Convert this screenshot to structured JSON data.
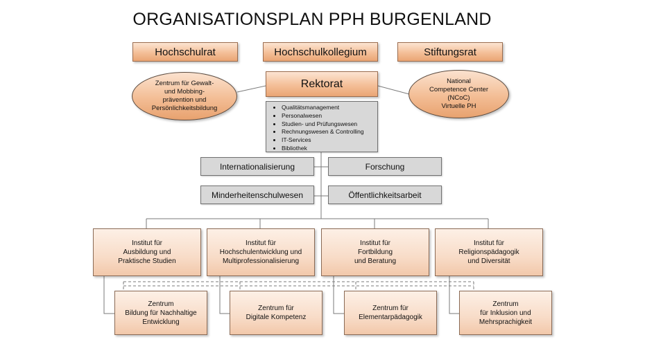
{
  "title": "ORGANISATIONSPLAN PPH BURGENLAND",
  "top_boxes": [
    "Hochschulrat",
    "Hochschulkollegium",
    "Stiftungsrat"
  ],
  "rektorat": {
    "label": "Rektorat",
    "services": [
      "Qualitätsmanagement",
      "Personalwesen",
      "Studien- und Prüfungswesen",
      "Rechnungswesen & Controlling",
      "IT-Services",
      "Bibliothek"
    ]
  },
  "left_center": [
    "Zentrum für Gewalt-",
    "und Mobbing-",
    "prävention und",
    "Persönlichkeitsbildung"
  ],
  "right_center": [
    "National",
    "Competence Center",
    "(NCoC)",
    "Virtuelle PH"
  ],
  "staff_units": [
    "Internationalisierung",
    "Forschung",
    "Minderheitenschulwesen",
    "Öffentlichkeitsarbeit"
  ],
  "institutes": [
    [
      "Institut für",
      "Ausbildung und",
      "Praktische Studien"
    ],
    [
      "Institut für",
      "Hochschulentwicklung und",
      "Multiprofessionalisierung"
    ],
    [
      "Institut für",
      "Fortbildung",
      "und Beratung"
    ],
    [
      "Institut für",
      "Religionspädagogik",
      "und Diversität"
    ]
  ],
  "centres": [
    [
      "Zentrum",
      "Bildung für Nachhaltige",
      "Entwicklung"
    ],
    [
      "Zentrum für",
      "Digitale Kompetenz"
    ],
    [
      "Zentrum für",
      "Elementarpädagogik"
    ],
    [
      "Zentrum",
      "für Inklusion und",
      "Mehrsprachigkeit"
    ]
  ],
  "colors": {
    "box_fill": "#f4bf98",
    "grey_fill": "#d8d8d8",
    "line": "#7a7a7a"
  }
}
